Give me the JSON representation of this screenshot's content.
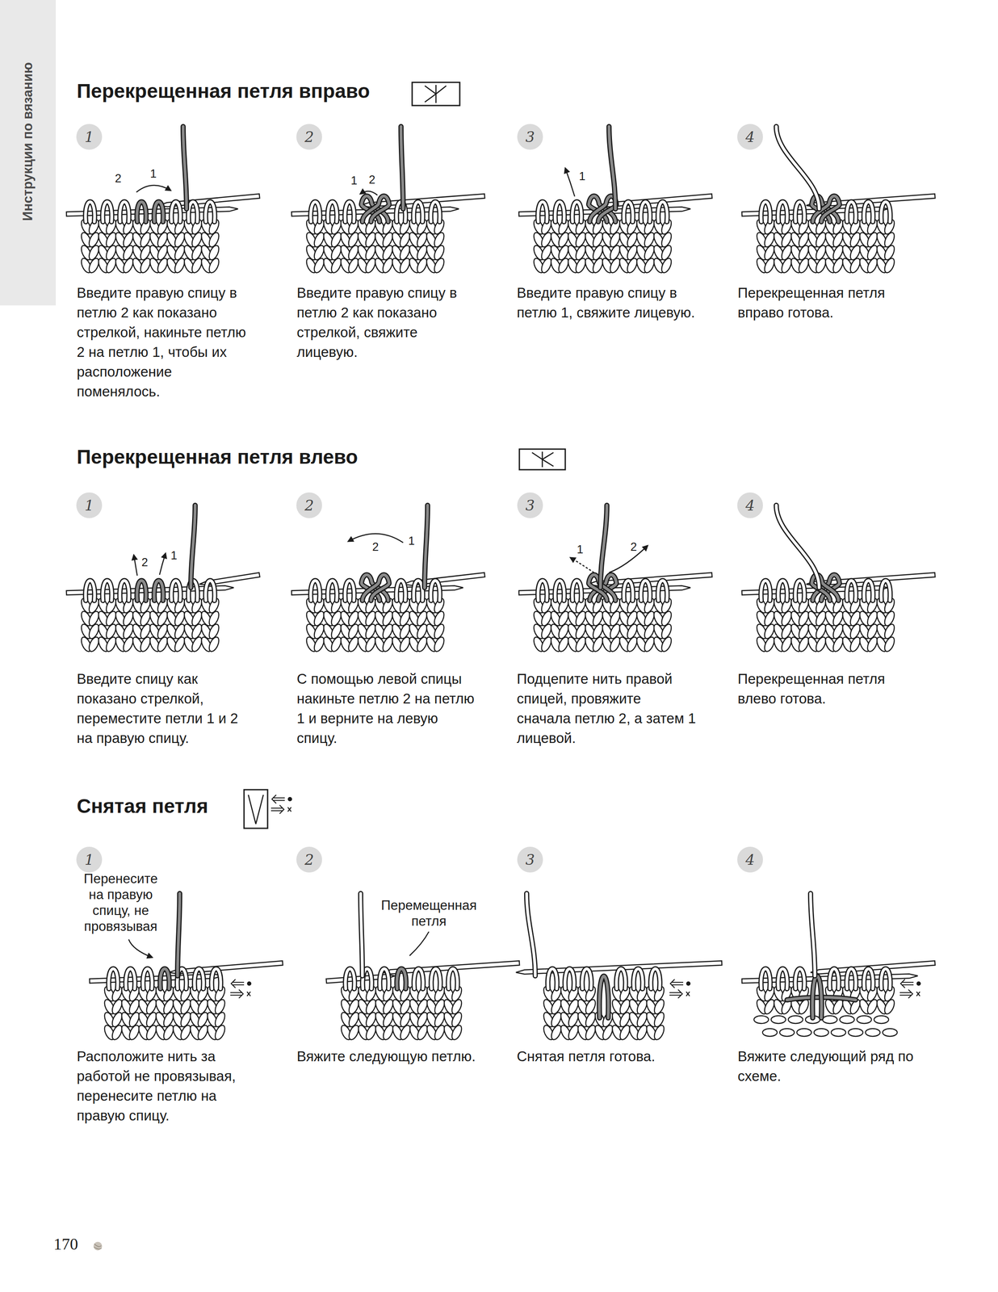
{
  "diagram": {
    "nodes": [
      {
        "text": [
          "Инструкции по вязанию"
        ]
      },
      {
        "text": [
          "1"
        ]
      },
      {
        "text": [
          "2"
        ]
      },
      {
        "text": [
          "3"
        ]
      },
      {
        "text": [
          "4"
        ]
      },
      {
        "text": [
          "1"
        ]
      },
      {
        "text": [
          "2"
        ]
      },
      {
        "text": [
          "3"
        ]
      },
      {
        "text": [
          "4"
        ]
      },
      {
        "text": [
          "1"
        ]
      },
      {
        "text": [
          "2"
        ]
      },
      {
        "text": [
          "3"
        ]
      },
      {
        "text": [
          "4"
        ]
      }
    ],
    "labels": [
      "Перекрещенная петля вправо",
      "2",
      "1",
      "1",
      "2",
      "1",
      "Введите правую спицу в петлю 2 как показано стрелкой, накиньте петлю 2 на петлю 1, чтобы их расположение поменялось.",
      "Введите правую спицу в петлю 2 как показано стрелкой, свяжите лицевую.",
      "Введите правую спицу в петлю 1, свяжите лицевую.",
      "Перекрещенная петля вправо готова.",
      "Перекрещенная петля влево",
      "2",
      "1",
      "2",
      "1",
      "1",
      "2",
      "Введите спицу как показано стрелкой, переместите петли 1 и 2 на правую спицу.",
      "С помощью левой спицы накиньте петлю 2 на петлю 1 и верните на левую спицу.",
      "Подцепите нить правой спицей, провяжите сначала петлю 2, а затем 1 лицевой.",
      "Перекрещенная петля влево готова.",
      "Снятая петля",
      "Перенесите на правую спицу, не провязывая",
      "Перемещенная петля",
      "Расположите нить за работой не провязывая, перенесите петлю на правую спицу.",
      "Вяжите следующую петлю.",
      "Снятая петля готова.",
      "Вяжите следующий ряд по схеме.",
      "170"
    ]
  }
}
